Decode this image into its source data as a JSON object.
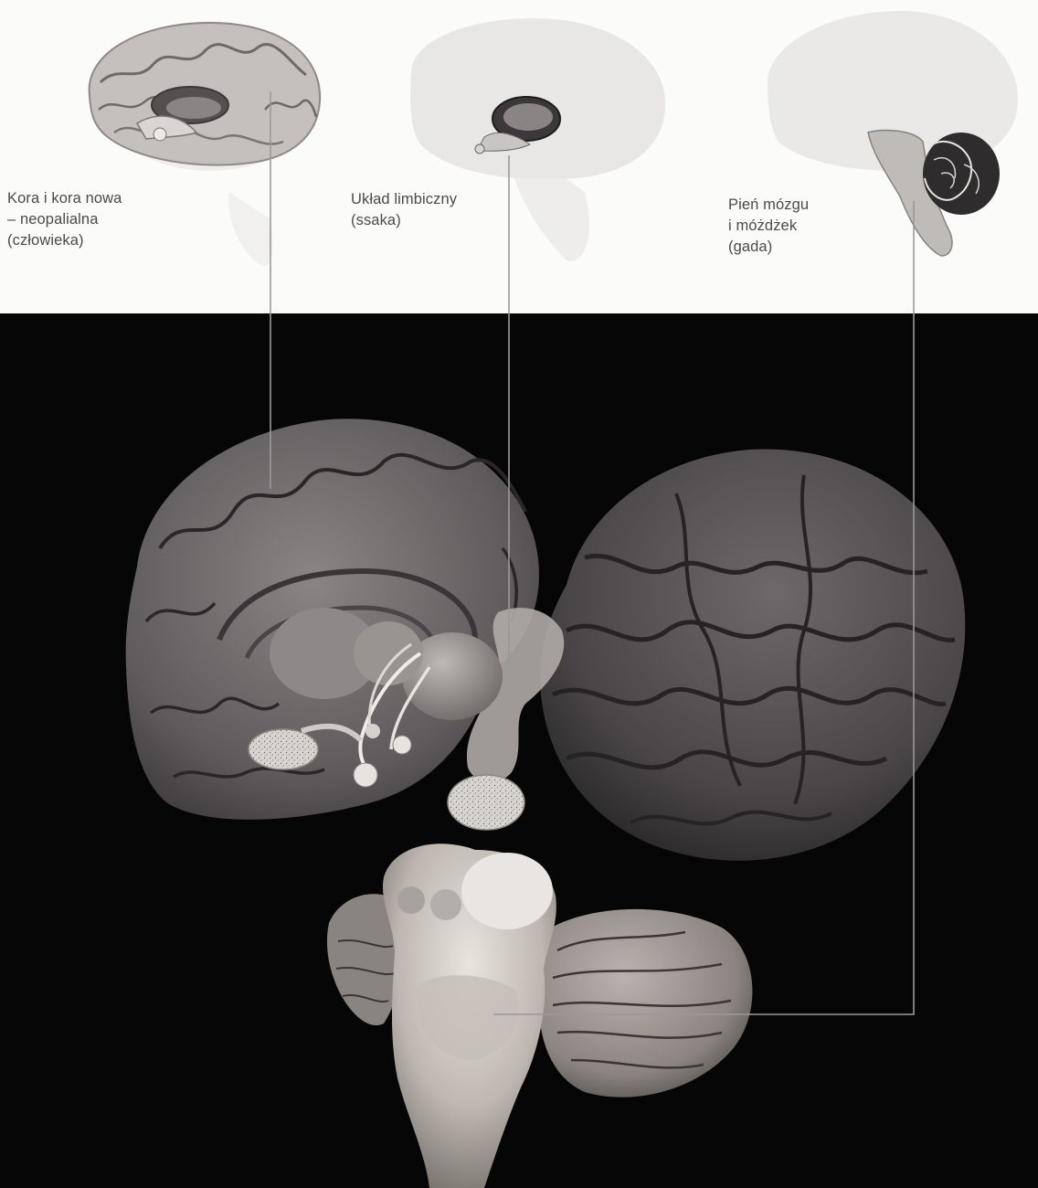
{
  "labels": {
    "cortex": {
      "line1": "Kora i kora nowa",
      "line2": "– neopalialna",
      "line3": "(człowieka)"
    },
    "limbic": {
      "line1": "Układ limbiczny",
      "line2": "(ssaka)"
    },
    "brainstem": {
      "line1": "Pień mózgu",
      "line2": "i móżdżek",
      "line3": "(gada)"
    }
  },
  "colors": {
    "page_background": "#fbfbfa",
    "panel_background": "#060606",
    "caption_text": "#4a4a4a",
    "leader_line": "#9a9a9a"
  }
}
